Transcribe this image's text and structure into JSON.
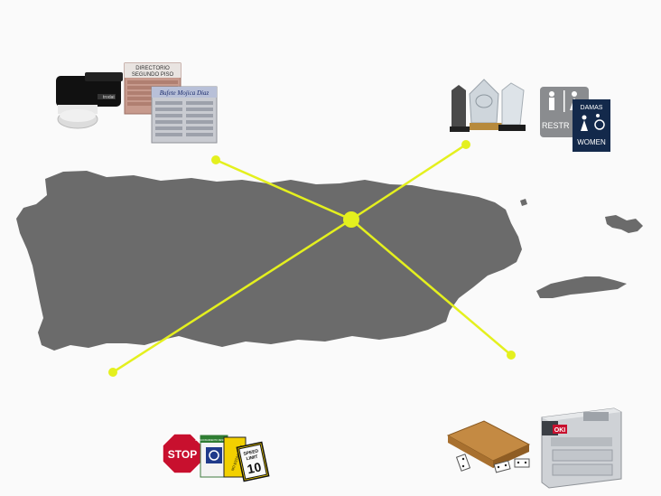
{
  "colors": {
    "background": "#fafafa",
    "landmass": "#6b6b6b",
    "connector": "#e4f01e",
    "stop_red": "#c8102e",
    "ada_blue": "#1f3a8a"
  },
  "hub": {
    "icon": "hub-node-icon"
  },
  "product_groups": [
    {
      "id": "stamps-directory",
      "icon": "stamp-and-directory-icon",
      "directory_title": "DIRECTORIO",
      "directory_subtitle": "SEGUNDO PISO",
      "office_sign": "Bufete Mojica Diaz",
      "stamp_brand": "trodat"
    },
    {
      "id": "awards-ada-signs",
      "icon": "awards-and-restroom-signs-icon",
      "restroom_sign": "RESTR",
      "sign_top": "DAMAS",
      "sign_bottom": "WOMEN"
    },
    {
      "id": "traffic-signs",
      "icon": "traffic-signs-icon",
      "stop": "STOP",
      "speed_limit_line1": "SPEED",
      "speed_limit_line2": "LIMIT",
      "speed_value": "10",
      "parking_reserved": "ESTACIONAMIENTO RESERVADO",
      "no_parking": "NO ESTACIONE"
    },
    {
      "id": "games-printer",
      "icon": "dominoes-and-printer-icon",
      "printer_brand": "OKI"
    }
  ]
}
